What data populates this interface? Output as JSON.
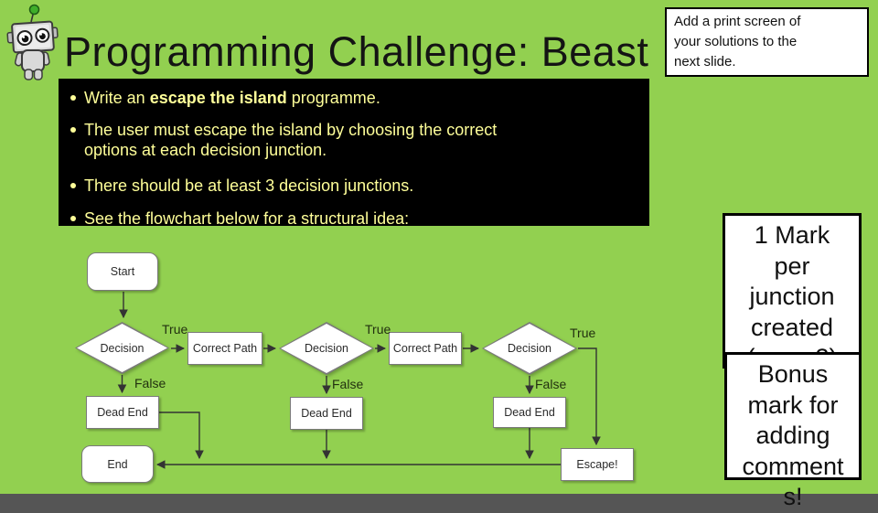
{
  "slide": {
    "title": "Programming Challenge: Beast",
    "colors": {
      "background": "#92D050",
      "panel": "#000000",
      "bullet_text": "#FFFF99",
      "shape_fill": "#FFFFFF",
      "text": "#111111"
    }
  },
  "note_box": {
    "lines": [
      "Add a print screen of",
      "your solutions to the",
      "next slide."
    ]
  },
  "bullets": [
    {
      "pre": "Write an ",
      "bold": "escape the island",
      "post": " programme."
    },
    {
      "text": "The user must escape the island by choosing the correct options at each decision junction."
    },
    {
      "text": "There should be at least 3 decision junctions."
    },
    {
      "text": "See the flowchart below for a structural idea:"
    }
  ],
  "flowchart": {
    "nodes": {
      "start": "Start",
      "decision1": "Decision",
      "correct_path1": "Correct Path",
      "decision2": "Decision",
      "correct_path2": "Correct Path",
      "decision3": "Decision",
      "dead_end1": "Dead End",
      "dead_end2": "Dead End",
      "dead_end3": "Dead End",
      "end": "End",
      "escape": "Escape!"
    },
    "labels": {
      "true": "True",
      "false": "False"
    }
  },
  "score_boxes": [
    {
      "lines": [
        "1 Mark",
        "per",
        "junction",
        "created",
        "(max. 3)"
      ]
    },
    {
      "lines": [
        "Bonus",
        "mark for",
        "adding",
        "comment",
        "s!"
      ]
    }
  ],
  "icons": {
    "robot": "robot mascot with green antenna"
  }
}
